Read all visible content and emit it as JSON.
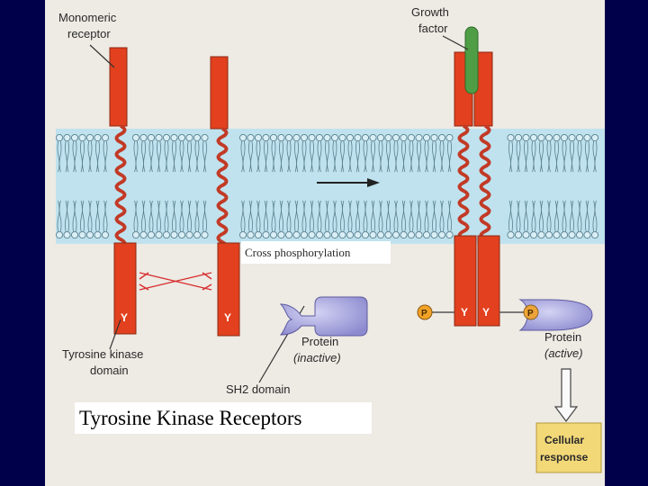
{
  "labels": {
    "monomeric_receptor_line1": "Monomeric",
    "monomeric_receptor_line2": "receptor",
    "growth_factor_line1": "Growth",
    "growth_factor_line2": "factor",
    "cross_phosphorylation": "Cross phosphorylation",
    "tyrosine_kinase_domain_line1": "Tyrosine kinase",
    "tyrosine_kinase_domain_line2": "domain",
    "sh2_domain": "SH2 domain",
    "protein_inactive_line1": "Protein",
    "protein_inactive_line2": "(inactive)",
    "protein_active_line1": "Protein",
    "protein_active_line2": "(active)",
    "cellular_response_line1": "Cellular",
    "cellular_response_line2": "response",
    "kinase_y_1": "Y",
    "kinase_y_2": "Y",
    "kinase_y_3": "Y",
    "kinase_y_4": "Y",
    "phosphate_1": "P",
    "phosphate_2": "P",
    "slide_title": "Tyrosine Kinase Receptors"
  },
  "colors": {
    "background": "#00004a",
    "page": "#eeeae4",
    "membrane": "#bfe2ee",
    "receptor": "#e2401e",
    "growth_factor": "#4f9e45",
    "phosphate": "#f2a226",
    "protein": "#a9a8dd",
    "cellular_response": "#f3d878",
    "cross_mark": "#d62f2f"
  }
}
